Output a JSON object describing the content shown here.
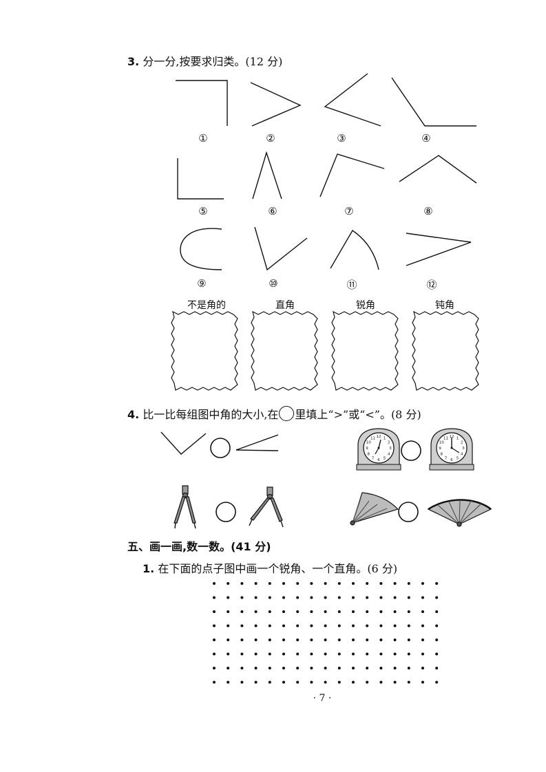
{
  "q3": {
    "number": "3.",
    "text": "分一分,按要求归类。(12 分)",
    "labels": [
      "①",
      "②",
      "③",
      "④",
      "⑤",
      "⑥",
      "⑦",
      "⑧",
      "⑨",
      "⑩",
      "⑪",
      "⑫"
    ],
    "categories": [
      "不是角的",
      "直角",
      "锐角",
      "钝角"
    ]
  },
  "q4": {
    "number": "4.",
    "text_before": "比一比每组图中角的大小,在",
    "text_after": "里填上“>”或“<”。(8 分)",
    "clock_numbers": [
      "12",
      "1",
      "2",
      "3",
      "4",
      "5",
      "6",
      "7",
      "8",
      "9",
      "10",
      "11"
    ]
  },
  "section5": {
    "title": "五、画一画,数一数。(41 分)"
  },
  "q5_1": {
    "number": "1.",
    "text": "在下面的点子图中画一个锐角、一个直角。(6 分)"
  },
  "dot_grid": {
    "rows": 8,
    "cols": 17
  },
  "footer": {
    "page": "· 7 ·"
  }
}
